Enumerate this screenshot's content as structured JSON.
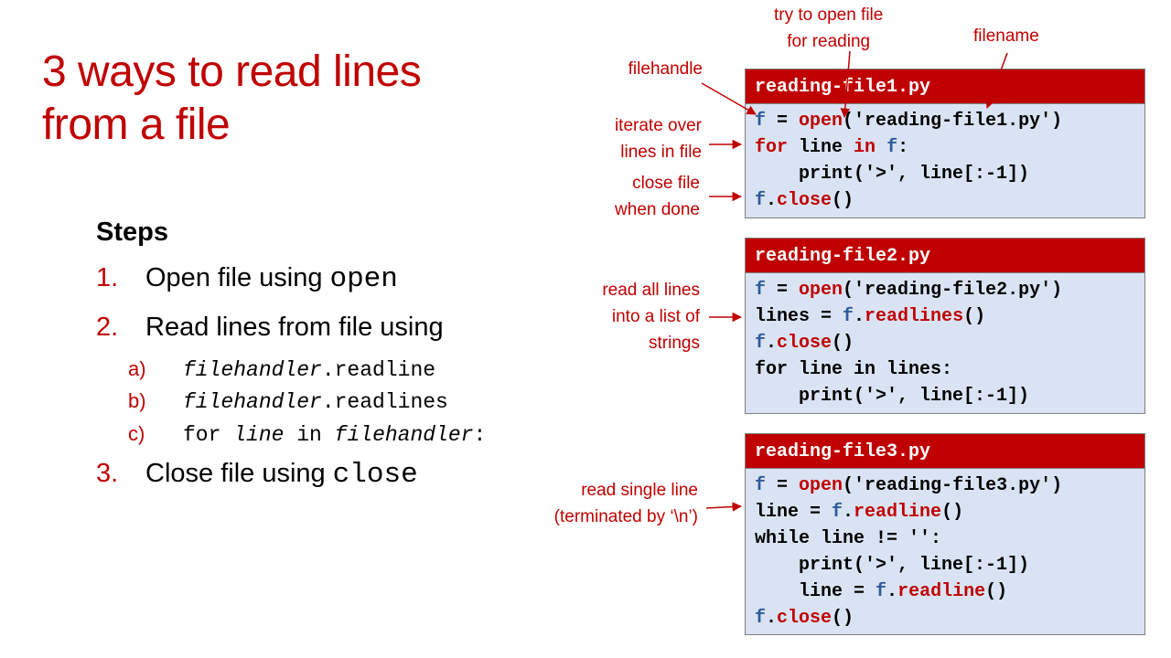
{
  "title": {
    "line1": "3 ways to read lines",
    "line2": "from a file"
  },
  "steps": {
    "heading": "Steps",
    "items": [
      {
        "num": "1.",
        "text": "Open file using",
        "code": "open"
      },
      {
        "num": "2.",
        "text": "Read lines from file using",
        "code": ""
      },
      {
        "num": "3.",
        "text": "Close file using",
        "code": "close"
      }
    ],
    "subitems": [
      {
        "letter": "a)",
        "italic": "filehandler",
        "rest": ".readline"
      },
      {
        "letter": "b)",
        "italic": "filehandler",
        "rest": ".readlines"
      },
      {
        "letter": "c)",
        "pre": "for ",
        "italic1": "line",
        "mid": " in ",
        "italic2": "filehandler",
        "post": ":"
      }
    ]
  },
  "annotations": {
    "try_open": {
      "line1": "try to open file",
      "line2": "for reading"
    },
    "filename": "filename",
    "filehandle": "filehandle",
    "iterate": {
      "line1": "iterate over",
      "line2": "lines in file"
    },
    "close": {
      "line1": "close file",
      "line2": "when done"
    },
    "readall": {
      "line1": "read all lines",
      "line2": "into a list of",
      "line3": "strings"
    },
    "readsingle": {
      "line1": "read single line",
      "line2": "(terminated by ‘\\n’)"
    }
  },
  "code": {
    "file1": {
      "name": "reading-file1.py",
      "lines": [
        {
          "v1": "f",
          "t1": " = ",
          "k1": "open",
          "t2": "('reading-file1.py')"
        },
        {
          "k1": "for",
          "t1": " line ",
          "k2": "in",
          "t2": " ",
          "v1": "f",
          "t3": ":"
        },
        {
          "t1": "    print('>', line[:-1])"
        },
        {
          "v1": "f",
          "t1": ".",
          "k1": "close",
          "t2": "()"
        }
      ]
    },
    "file2": {
      "name": "reading-file2.py",
      "lines": [
        {
          "v1": "f",
          "t1": " = ",
          "k1": "open",
          "t2": "('reading-file2.py')"
        },
        {
          "t1": "lines = ",
          "v1": "f",
          "t2": ".",
          "k1": "readlines",
          "t3": "()"
        },
        {
          "v1": "f",
          "t1": ".",
          "k1": "close",
          "t2": "()"
        },
        {
          "t1": "for line in lines:"
        },
        {
          "t1": "    print('>', line[:-1])"
        }
      ]
    },
    "file3": {
      "name": "reading-file3.py",
      "lines": [
        {
          "v1": "f",
          "t1": " = ",
          "k1": "open",
          "t2": "('reading-file3.py')"
        },
        {
          "t1": "line = ",
          "v1": "f",
          "t2": ".",
          "k1": "readline",
          "t3": "()"
        },
        {
          "t1": "while line != '':"
        },
        {
          "t1": "    print('>', line[:-1])"
        },
        {
          "t1": "    line = ",
          "v1": "f",
          "t2": ".",
          "k1": "readline",
          "t3": "()"
        },
        {
          "v1": "f",
          "t1": ".",
          "k1": "close",
          "t2": "()"
        }
      ]
    }
  },
  "colors": {
    "accent": "#c00000",
    "var_blue": "#2e5b9a",
    "code_bg": "#dae3f3"
  }
}
